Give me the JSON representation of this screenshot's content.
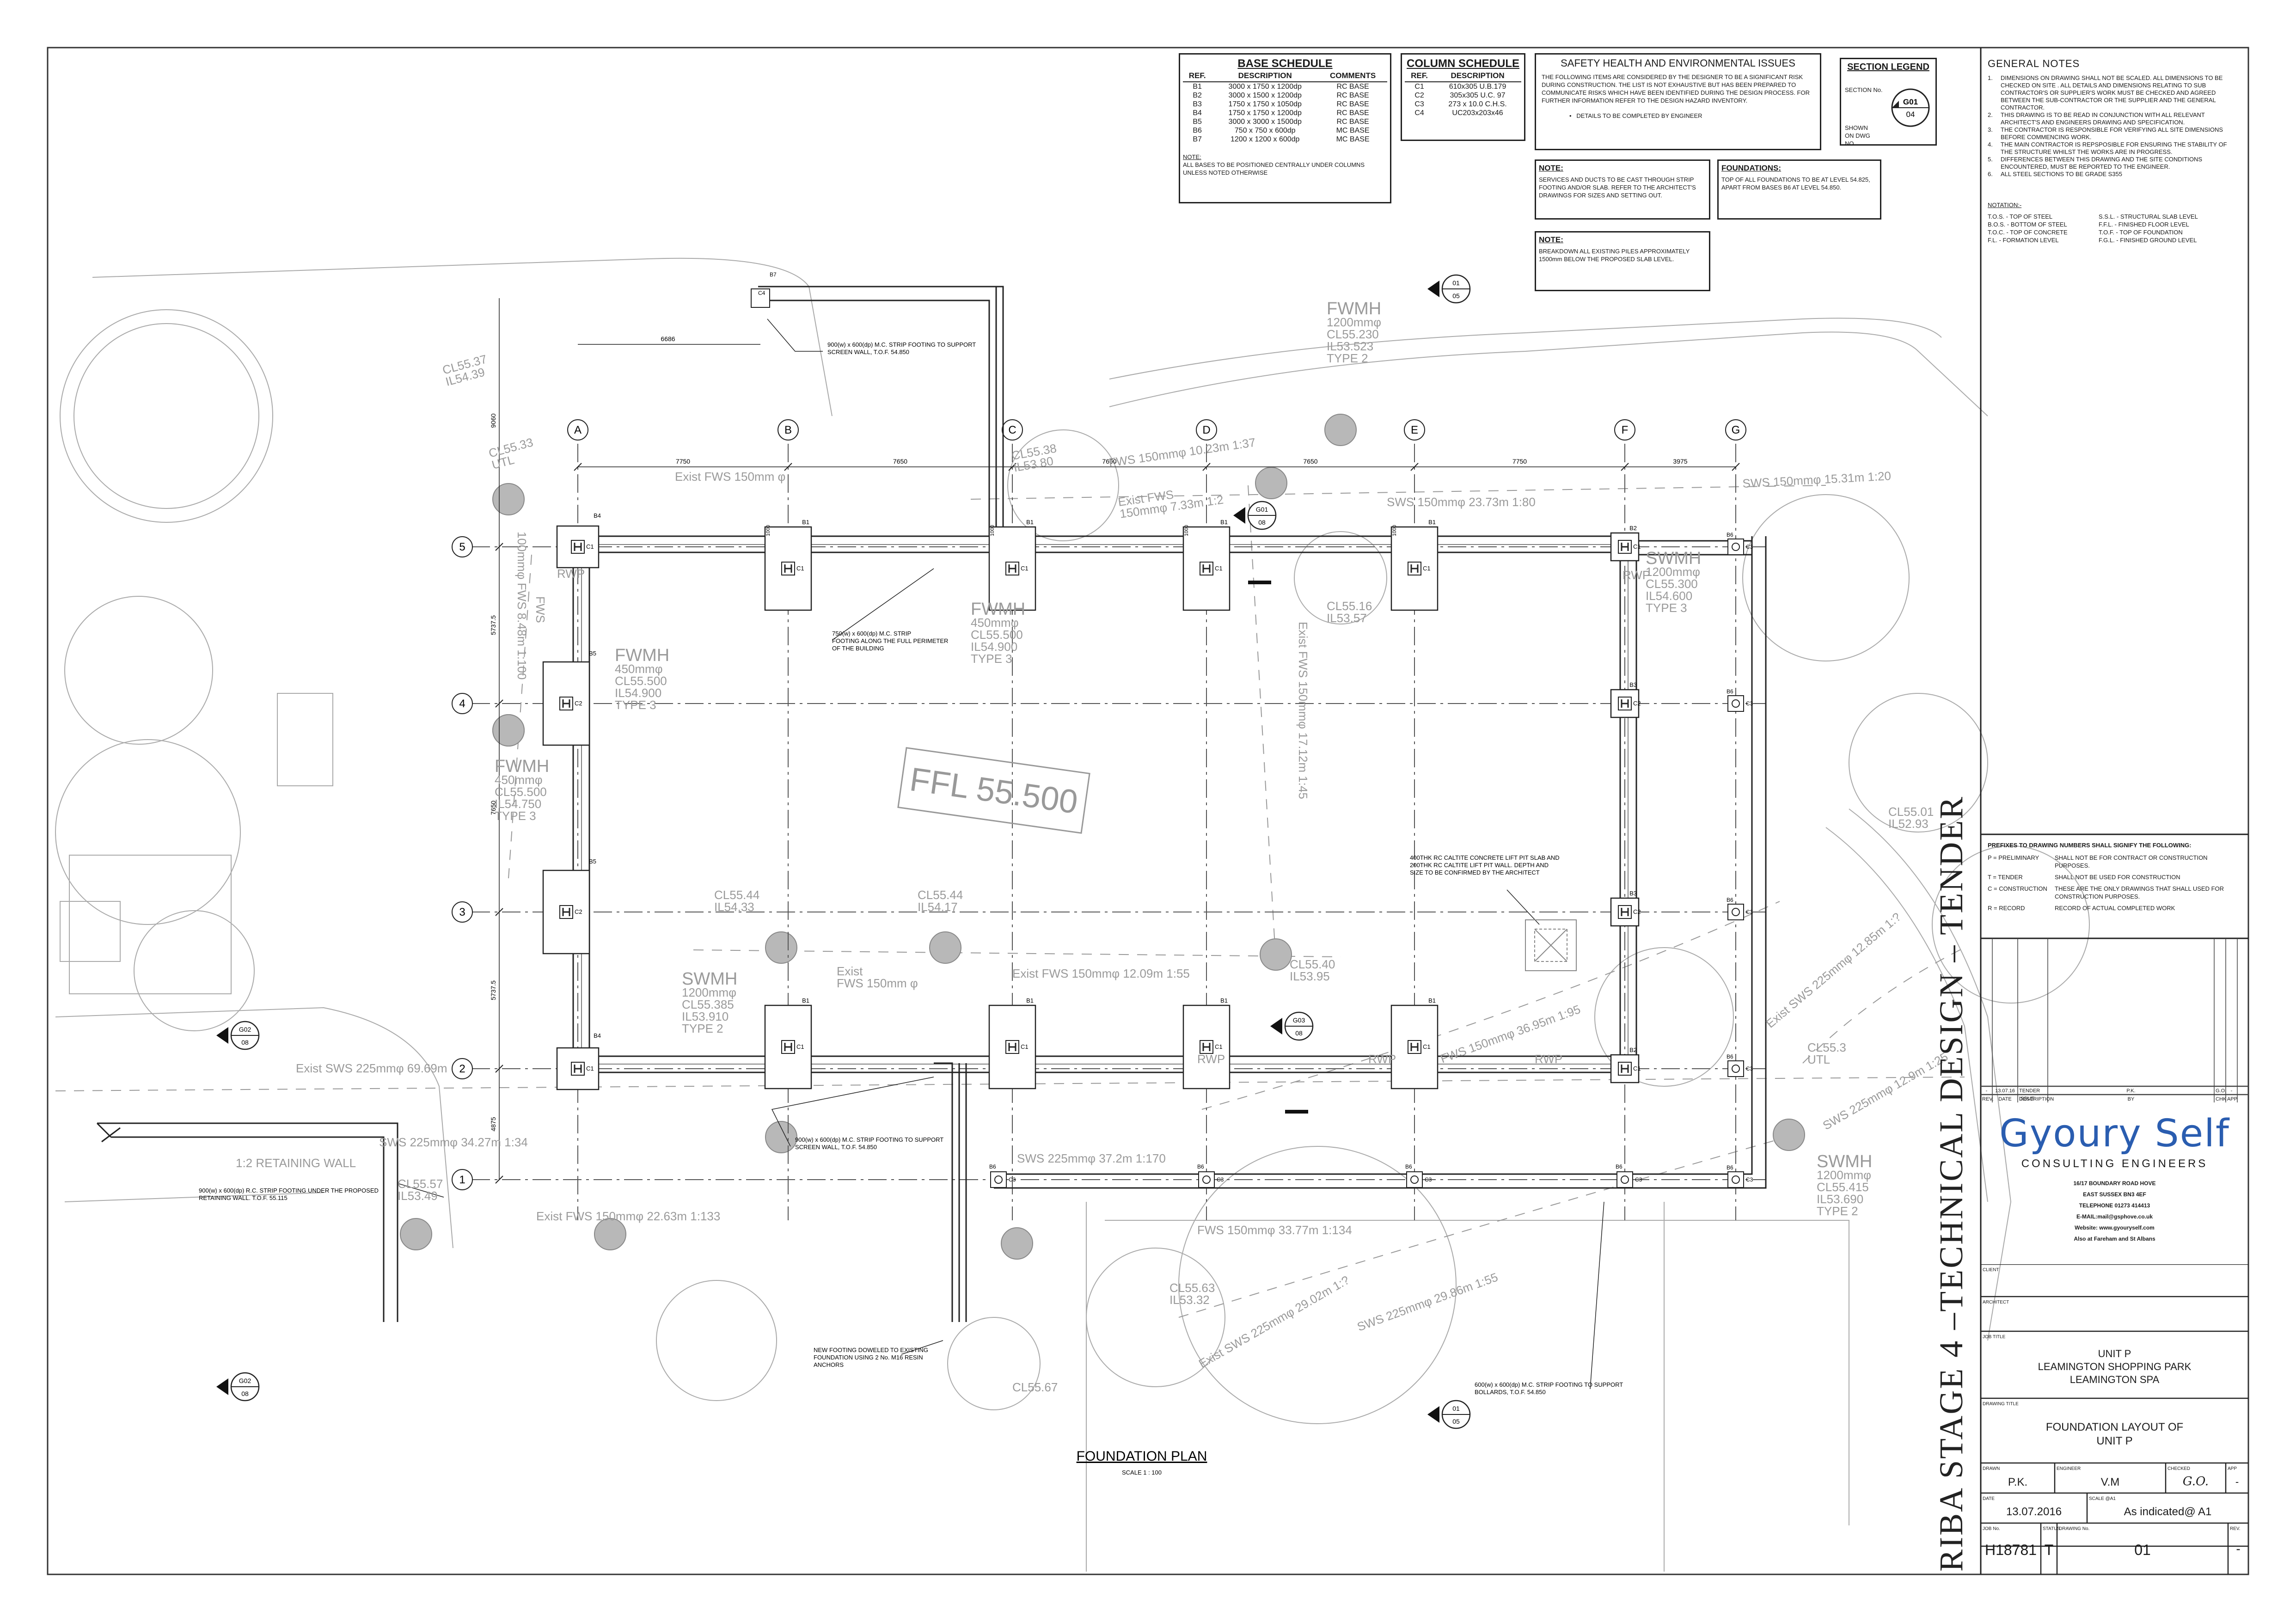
{
  "base_schedule": {
    "title": "BASE SCHEDULE",
    "headers": [
      "REF.",
      "DESCRIPTION",
      "COMMENTS"
    ],
    "rows": [
      [
        "B1",
        "3000 x 1750 x 1200dp",
        "RC BASE"
      ],
      [
        "B2",
        "3000 x 1500 x 1200dp",
        "RC BASE"
      ],
      [
        "B3",
        "1750 x 1750 x 1050dp",
        "RC BASE"
      ],
      [
        "B4",
        "1750 x 1750 x 1200dp",
        "RC BASE"
      ],
      [
        "B5",
        "3000 x 3000 x 1500dp",
        "RC BASE"
      ],
      [
        "B6",
        "750 x 750 x 600dp",
        "MC BASE"
      ],
      [
        "B7",
        "1200 x 1200 x 600dp",
        "MC BASE"
      ]
    ],
    "note_title": "NOTE:",
    "note": "ALL BASES TO BE POSITIONED CENTRALLY UNDER COLUMNS UNLESS NOTED OTHERWISE"
  },
  "column_schedule": {
    "title": "COLUMN SCHEDULE",
    "headers": [
      "REF.",
      "DESCRIPTION"
    ],
    "rows": [
      [
        "C1",
        "610x305 U.B.179"
      ],
      [
        "C2",
        "305x305 U.C. 97"
      ],
      [
        "C3",
        "273 x 10.0 C.H.S."
      ],
      [
        "C4",
        "UC203x203x46"
      ]
    ]
  },
  "safety": {
    "title": "SAFETY HEALTH AND ENVIRONMENTAL ISSUES",
    "body": "THE FOLLOWING ITEMS ARE CONSIDERED BY THE DESIGNER TO BE A SIGNIFICANT RISK DURING CONSTRUCTION. THE LIST IS NOT EXHAUSTIVE BUT HAS BEEN PREPARED TO COMMUNICATE RISKS WHICH HAVE BEEN IDENTIFIED DURING THE DESIGN PROCESS. FOR FURTHER INFORMATION REFER TO THE DESIGN HAZARD INVENTORY.",
    "item": "DETAILS TO BE COMPLETED BY ENGINEER"
  },
  "section_legend": {
    "title": "SECTION LEGEND",
    "section_label": "SECTION No.",
    "dwg_label": "SHOWN ON DWG NO",
    "top": "G01",
    "bottom": "04"
  },
  "note_services": {
    "title": "NOTE:",
    "body": "SERVICES AND DUCTS TO BE CAST THROUGH STRIP FOOTING AND/OR SLAB. REFER TO THE ARCHITECT'S DRAWINGS FOR SIZES AND SETTING OUT."
  },
  "foundations_note": {
    "title": "FOUNDATIONS:",
    "body": "TOP OF ALL FOUNDATIONS TO BE AT LEVEL 54.825, APART FROM BASES B6 AT LEVEL 54.850."
  },
  "note_piles": {
    "title": "NOTE:",
    "body": "BREAKDOWN ALL EXISTING PILES APPROXIMATELY 1500mm BELOW THE PROPOSED SLAB LEVEL."
  },
  "general_notes": {
    "title": "GENERAL NOTES",
    "items": [
      "DIMENSIONS ON DRAWING SHALL NOT BE SCALED. ALL DIMENSIONS TO BE CHECKED ON SITE . ALL DETAILS AND DIMENSIONS RELATING TO SUB CONTRACTOR'S OR SUPPLIER'S WORK MUST BE CHECKED AND AGREED BETWEEN THE SUB-CONTRACTOR OR THE SUPPLIER AND THE GENERAL CONTRACTOR.",
      "THIS DRAWING IS TO BE READ IN CONJUNCTION WITH ALL RELEVANT ARCHITECT'S AND ENGINEERS DRAWING AND SPECIFICATION.",
      "THE CONTRACTOR IS RESPONSIBLE FOR VERIFYING ALL SITE DIMENSIONS BEFORE COMMENCING WORK.",
      "THE MAIN CONTRACTOR IS REPSPOSIBLE FOR ENSURING THE STABILITY OF THE STRUCTURE WHILST THE WORKS ARE IN PROGRESS.",
      "DIFFERENCES BETWEEN THIS DRAWING AND THE SITE CONDITIONS ENCOUNTERED, MUST BE REPORTED TO THE ENGINEER.",
      "ALL STEEL SECTIONS TO BE GRADE S355"
    ],
    "notation_title": "NOTATION:-",
    "notation": [
      [
        "T.O.S. - TOP OF STEEL",
        "S.S.L. - STRUCTURAL SLAB LEVEL"
      ],
      [
        "B.O.S. - BOTTOM OF STEEL",
        "F.F.L. - FINISHED FLOOR LEVEL"
      ],
      [
        "T.O.C. - TOP OF CONCRETE",
        "T.O.F. - TOP OF FOUNDATION"
      ],
      [
        "F.L. - FORMATION LEVEL",
        "F.G.L. - FINISHED GROUND LEVEL"
      ]
    ]
  },
  "prefixes": {
    "title": "PREFIXES TO DRAWING NUMBERS SHALL SIGNIFY THE FOLLOWING:",
    "rows": [
      [
        "P = PRELIMINARY",
        "SHALL NOT BE FOR CONTRACT OR CONSTRUCTION PURPOSES."
      ],
      [
        "T = TENDER",
        "SHALL NOT BE USED FOR CONSTRUCTION"
      ],
      [
        "C = CONSTRUCTION",
        "THESE ARE THE ONLY DRAWINGS THAT SHALL USED FOR CONSTRUCTION PURPOSES."
      ],
      [
        "R = RECORD",
        "RECORD OF ACTUAL COMPLETED WORK"
      ]
    ]
  },
  "revisions": {
    "row": [
      "-",
      "13.07.16",
      "TENDER ISSUE",
      "P.K.",
      "G.O.",
      "-"
    ],
    "headers": [
      "REV.",
      "DATE",
      "DESCRIPTION",
      "BY",
      "CHK",
      "APP"
    ]
  },
  "company": {
    "name": "Gyoury Self",
    "subtitle": "CONSULTING ENGINEERS",
    "lines": [
      "16/17 BOUNDARY ROAD HOVE",
      "EAST SUSSEX BN3 4EF",
      "TELEPHONE 01273 414413",
      "E-MAIL:mail@gsphove.co.uk",
      "Website: www.gyouryself.com",
      "Also at Fareham and St Albans"
    ]
  },
  "title_block": {
    "client_label": "CLIENT",
    "architect_label": "ARCHITECT",
    "job_label": "JOB TITLE",
    "job_lines": [
      "UNIT P",
      "LEAMINGTON SHOPPING PARK",
      "LEAMINGTON SPA"
    ],
    "drawing_title_label": "DRAWING TITLE",
    "drawing_lines": [
      "FOUNDATION LAYOUT OF",
      "UNIT P"
    ],
    "drawn_label": "DRAWN",
    "drawn": "P.K.",
    "engineer_label": "ENGINEER",
    "engineer": "V.M",
    "checked_label": "CHECKED",
    "checked": "G.O.",
    "app_label": "APP",
    "app": "-",
    "date_label": "DATE",
    "date": "13.07.2016",
    "scale_label": "SCALE @A1",
    "scale": "As indicated@ A1",
    "job_no_label": "JOB No.",
    "job_no": "H18781",
    "status_label": "STATUS",
    "status": "T",
    "drawing_no_label": "DRAWING No.",
    "drawing_no": "01",
    "rev_label": "REV.",
    "rev": "-"
  },
  "stage_banner": "RIBA STAGE 4 –TECHNICAL DESIGN – TENDER",
  "plan": {
    "title": "FOUNDATION PLAN",
    "scale": "SCALE 1 : 100",
    "ffl": "FFL 55.500",
    "grid_cols": [
      "A",
      "B",
      "C",
      "D",
      "E",
      "F",
      "G"
    ],
    "grid_rows": [
      "5",
      "4",
      "3",
      "2",
      "1"
    ],
    "dims_top": [
      "7750",
      "7650",
      "7650",
      "7650",
      "7750",
      "3975"
    ],
    "dims_left": [
      "5737.5",
      "7650",
      "5737.5",
      "4875"
    ],
    "dim_6686": "6686",
    "dim_9060": "9060",
    "section_markers": [
      {
        "top": "01",
        "bottom": "05"
      },
      {
        "top": "G01",
        "bottom": "08"
      },
      {
        "top": "G02",
        "bottom": "08"
      },
      {
        "top": "G03",
        "bottom": "08"
      },
      {
        "top": "G02",
        "bottom": "08"
      },
      {
        "top": "01",
        "bottom": "05"
      }
    ],
    "annotations": [
      "900(w) x 600(dp) M.C. STRIP FOOTING TO SUPPORT SCREEN WALL, T.O.F. 54.850",
      "750(w) x 600(dp) M.C. STRIP FOOTING ALONG THE FULL PERIMETER OF THE BUILDING",
      "400THK RC CALTITE CONCRETE LIFT PIT SLAB AND 200THK RC CALTITE LIFT PIT WALL. DEPTH AND SIZE TO BE CONFIRMED BY THE ARCHITECT",
      "900(w) x 600(dp) M.C. STRIP FOOTING TO SUPPORT SCREEN WALL, T.O.F. 54.850",
      "900(w) x 600(dp) R.C. STRIP FOOTING UNDER THE PROPOSED RETAINING WALL. T.O.F. 55.115",
      "NEW FOOTING DOWELED TO EXISTING FOUNDATION USING 2 No. M16 RESIN ANCHORS",
      "600(w) x 600(dp) M.C. STRIP FOOTING TO SUPPORT BOLLARDS, T.O.F. 54.850"
    ],
    "survey_labels": [
      "CL55.37\nIL54.39",
      "CL55.33\nUTL",
      "Exist FWS 150mm φ",
      "CL55.38\nIL53.80",
      "FWS 150mmφ 10.23m 1:37",
      "Exist FWS\n150mmφ 7.33m 1:2",
      "FWMH\n1200mmφ\nCL55.230\nIL53.523\nTYPE 2",
      "SWS 150mmφ 23.73m 1:80",
      "SWS 150mmφ 15.31m 1:20",
      "SWMH\n1200mmφ\nCL55.300\nIL54.600\nTYPE 3",
      "FWMH\n450mmφ\nCL55.500\nIL54.900\nTYPE 3",
      "100mmφ FWS 8.48m 1:100",
      "FWMH\n450mmφ\nCL55.500\nIL54.900\nTYPE 3",
      "CL55.16\nIL53.57",
      "Exist FWS 150mmφ 17.12m 1:45",
      "FWMH\n450mmφ\nCL55.500\nIL54.750\nTYPE 3",
      "CL55.44\nIL54.33",
      "CL55.44\nIL54.17",
      "SWMH\n1200mmφ\nCL55.385\nIL53.910\nTYPE 2",
      "Exist\nFWS 150mm φ",
      "Exist FWS 150mmφ 12.09m 1:55",
      "CL55.40\nIL53.95",
      "Exist SWS 225mmφ 69.69m",
      "SWS 225mmφ 34.27m 1:34",
      "SWS 225mmφ 37.2m 1:170",
      "FWS 150mmφ 36.95m 1:95",
      "Exist SWS 225mmφ 12.85m 1:?",
      "SWS 225mmφ 12.9m 1:25",
      "CL55.01\nIL52.93",
      "CL55.3\nUTL",
      "SWMH\n1200mmφ\nCL55.415\nIL53.690\nTYPE 2",
      "Exist FWS 150mmφ 22.63m 1:133",
      "CL55.57\nIL53.49",
      "1:2 RETAINING WALL",
      "FWS 150mmφ 33.77m 1:134",
      "CL55.63\nIL53.32",
      "Exist SWS 225mmφ 29.02m 1:?",
      "SWS 225mmφ 29.86m 1:55",
      "CL55.67",
      "RWP",
      "RWP",
      "RWP",
      "RWP",
      "RWP",
      "FWS"
    ]
  },
  "colors": {
    "ink": "#1a1a1a",
    "survey": "#9a9a9a",
    "manhole": "#b5b5b5",
    "logo": "#2a5db0"
  }
}
